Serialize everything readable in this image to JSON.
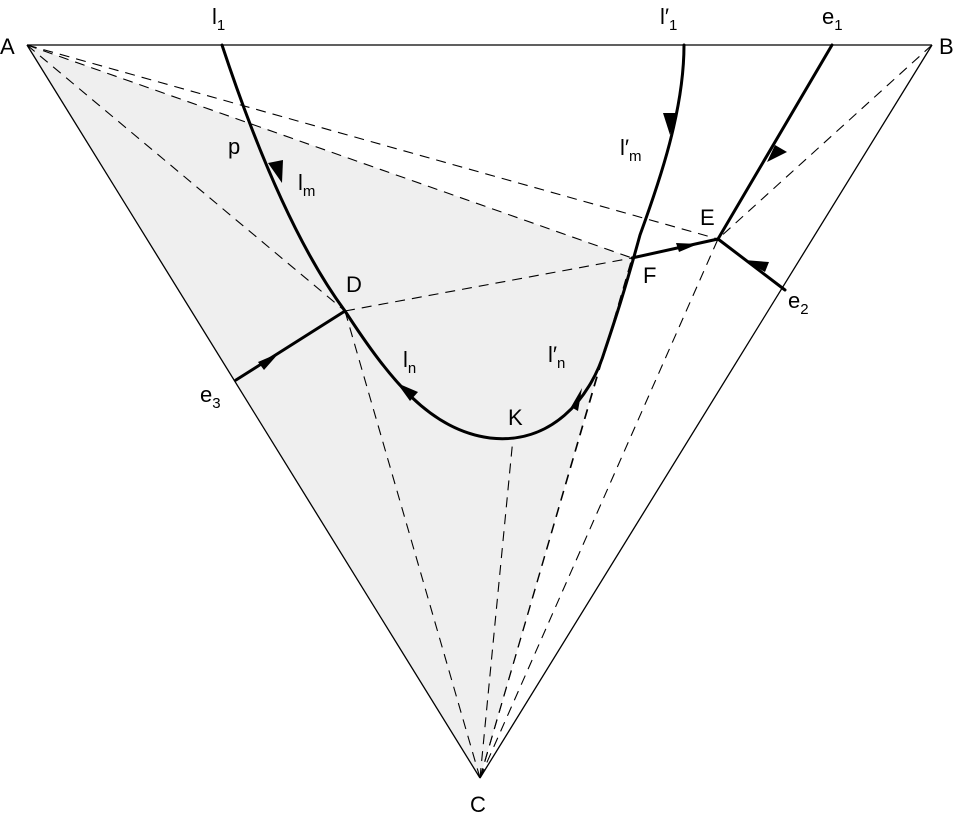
{
  "labels": {
    "A": "A",
    "B": "B",
    "C": "C",
    "D": "D",
    "E": "E",
    "F": "F",
    "K": "K",
    "p": "p",
    "l1_base": "l",
    "l1_sub": "1",
    "l1p_base": "l′",
    "l1p_sub": "1",
    "e1_base": "e",
    "e1_sub": "1",
    "e2_base": "e",
    "e2_sub": "2",
    "e3_base": "e",
    "e3_sub": "3",
    "lm_base": "l",
    "lm_sub": "m",
    "lmp_base": "l′",
    "lmp_sub": "m",
    "ln_base": "l",
    "ln_sub": "n",
    "lnp_base": "l′",
    "lnp_sub": "n"
  },
  "colors": {
    "shade": "#efefef",
    "line": "#000000"
  }
}
